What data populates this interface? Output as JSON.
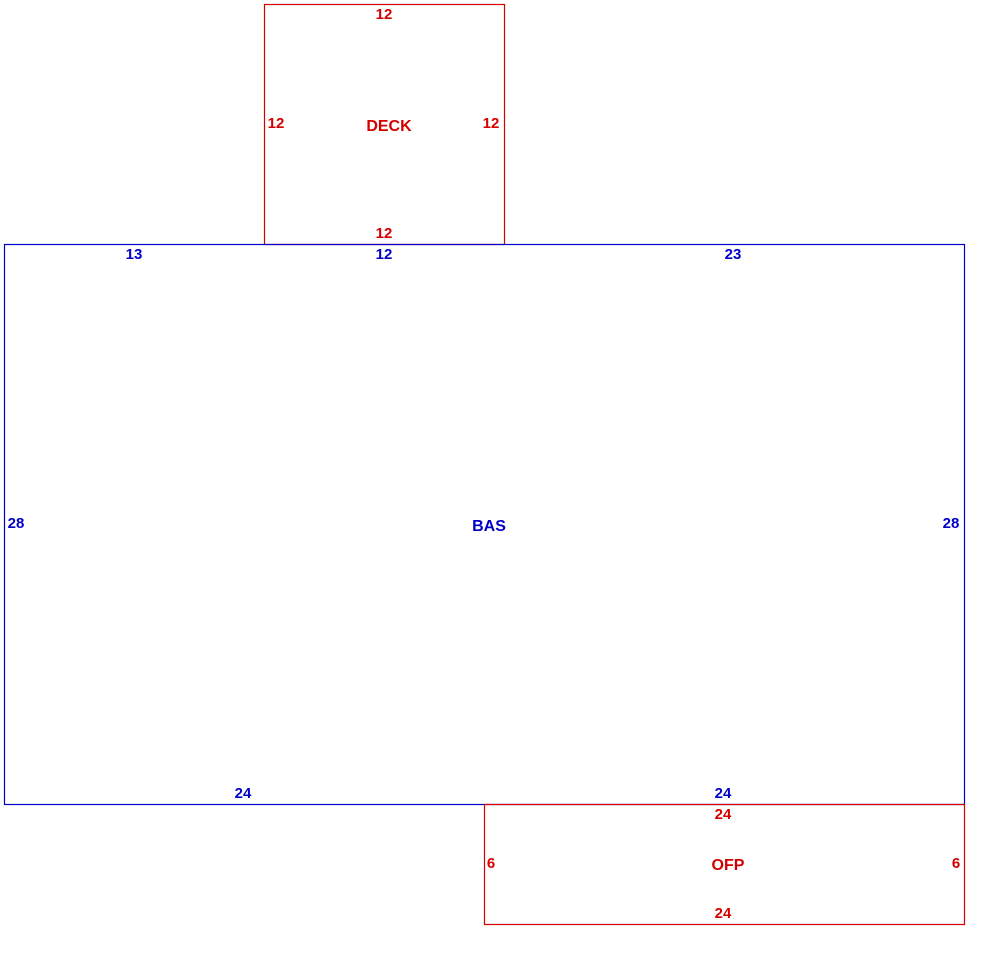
{
  "colors": {
    "deck": "#d40000",
    "bas": "#0000c8",
    "ofp": "#d40000"
  },
  "deck": {
    "label": "DECK",
    "top": "12",
    "left": "12",
    "right": "12",
    "bottom": "12"
  },
  "bas": {
    "label": "BAS",
    "top_left": "13",
    "top_middle": "12",
    "top_right": "23",
    "left": "28",
    "right": "28",
    "bottom_left": "24",
    "bottom_right": "24"
  },
  "ofp": {
    "label": "OFP",
    "top": "24",
    "left": "6",
    "right": "6",
    "bottom": "24"
  }
}
